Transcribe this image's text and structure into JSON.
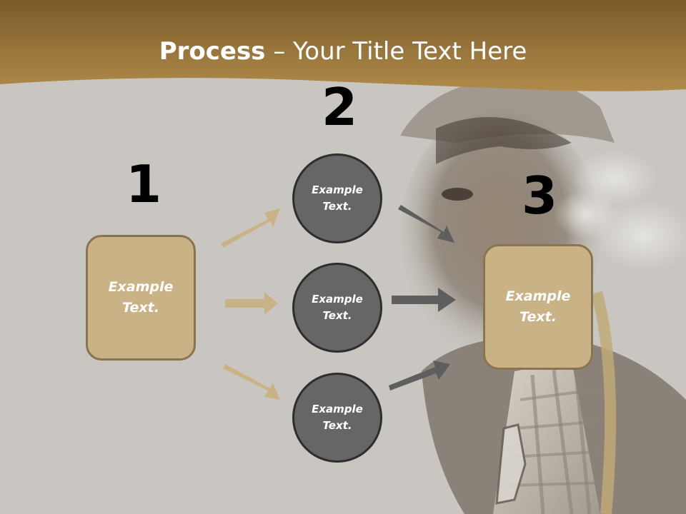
{
  "title": {
    "bold": "Process",
    "rest": " – Your Title Text Here"
  },
  "colors": {
    "header": "#8f6f35",
    "background": "#c9c6c1",
    "box_fill": "#c9b285",
    "box_border": "#8a7450",
    "circle_fill": "#666666",
    "circle_border": "#2e2e2e",
    "left_arrows": "#c9b285",
    "right_arrows": "#5e5e5e"
  },
  "steps": [
    {
      "number": "1",
      "text": "Example\nText."
    },
    {
      "number": "2",
      "nodes": [
        "Example\nText.",
        "Example\nText.",
        "Example\nText."
      ]
    },
    {
      "number": "3",
      "text": "Example\nText."
    }
  ],
  "arrows": [
    "right-arrow-icon",
    "right-arrow-icon",
    "right-arrow-icon",
    "right-arrow-icon",
    "right-arrow-icon",
    "right-arrow-icon"
  ]
}
